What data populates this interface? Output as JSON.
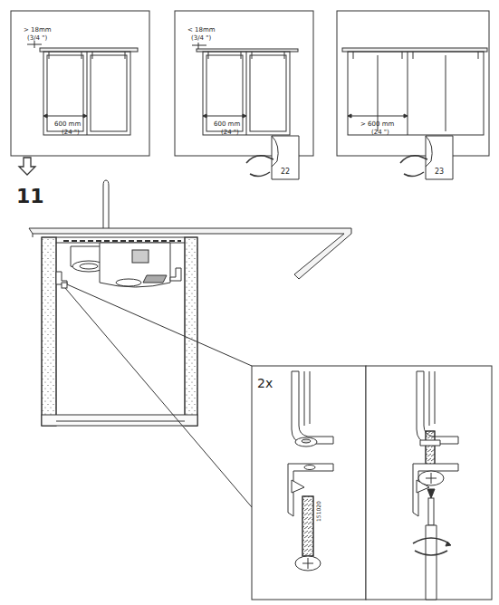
{
  "diagram": {
    "labels": [
      "> 18mm",
      "(3/4 \")",
      "600 mm",
      "(24 \")",
      "< 18mm",
      "(3/4 \")",
      "600 mm",
      "(24 \")",
      "22",
      "> 600 mm",
      "(24 \")",
      "23",
      "11",
      "2x",
      "151020"
    ]
  }
}
